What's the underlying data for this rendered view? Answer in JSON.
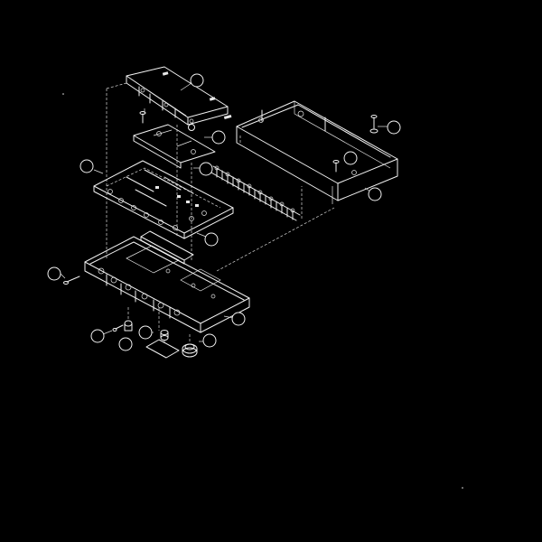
{
  "diagram": {
    "kind": "exploded-assembly-line-drawing",
    "colors": {
      "background": "#000000",
      "line": "#f2f2f2"
    },
    "callouts": [
      {
        "id": "c1",
        "label": ""
      },
      {
        "id": "c2",
        "label": ""
      },
      {
        "id": "c3",
        "label": ""
      },
      {
        "id": "c4",
        "label": ""
      },
      {
        "id": "c5",
        "label": ""
      },
      {
        "id": "c6",
        "label": ""
      },
      {
        "id": "c7",
        "label": ""
      },
      {
        "id": "c8",
        "label": ""
      },
      {
        "id": "c9",
        "label": ""
      },
      {
        "id": "c10",
        "label": ""
      },
      {
        "id": "c11",
        "label": ""
      },
      {
        "id": "c12",
        "label": ""
      },
      {
        "id": "c13",
        "label": ""
      },
      {
        "id": "c14",
        "label": ""
      },
      {
        "id": "c15",
        "label": ""
      },
      {
        "id": "c16",
        "label": ""
      },
      {
        "id": "c17",
        "label": ""
      }
    ]
  }
}
